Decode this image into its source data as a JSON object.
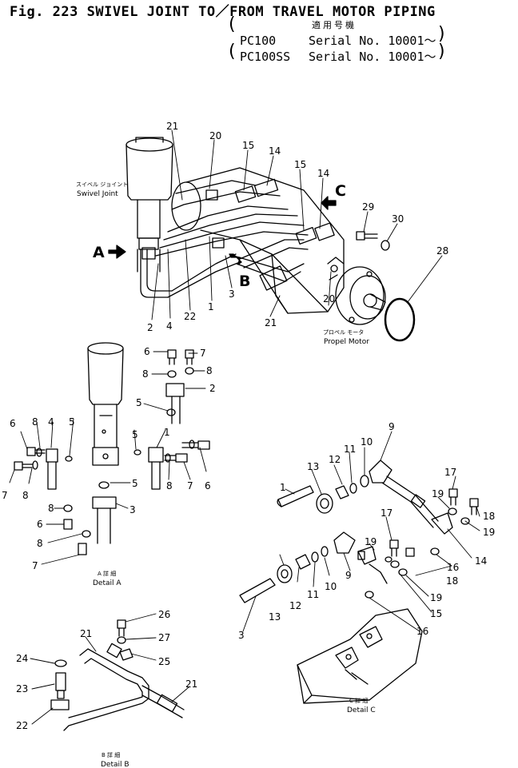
{
  "header": {
    "fig_title": "Fig. 223  SWIVEL JOINT TO／FROM TRAVEL MOTOR PIPING",
    "applicable_jp": "適用号機",
    "serials": [
      {
        "model": "PC100",
        "serial": "Serial No. 10001～"
      },
      {
        "model": "PC100SS",
        "serial": "Serial No. 10001～"
      }
    ]
  },
  "labels": {
    "swivel_jp": "スイベル ジョイント",
    "swivel_en": "Swivel Joint",
    "motor_jp": "プロペル モータ",
    "motor_en": "Propel Motor",
    "detail_a_jp": "A 詳 細",
    "detail_a_en": "Detail A",
    "detail_b_jp": "B 詳 細",
    "detail_b_en": "Detail B",
    "detail_c_jp": "C 詳 細",
    "detail_c_en": "Detail C",
    "arrow_a": "A",
    "arrow_b": "B",
    "arrow_c": "C"
  },
  "callouts": {
    "main": [
      "21",
      "20",
      "15",
      "14",
      "15",
      "14",
      "29",
      "30",
      "28",
      "2",
      "4",
      "22",
      "1",
      "3",
      "21",
      "20"
    ],
    "detail_a": [
      "6",
      "7",
      "8",
      "8",
      "2",
      "5",
      "6",
      "8",
      "4",
      "5",
      "7",
      "8",
      "5",
      "1",
      "8",
      "7",
      "6",
      "5",
      "3",
      "8",
      "6",
      "8",
      "7"
    ],
    "detail_b": [
      "26",
      "27",
      "25",
      "21",
      "24",
      "23",
      "21",
      "22"
    ],
    "detail_c": [
      "9",
      "13",
      "12",
      "11",
      "10",
      "1",
      "17",
      "19",
      "18",
      "19",
      "14",
      "17",
      "19",
      "18",
      "16",
      "13",
      "12",
      "11",
      "10",
      "9",
      "19",
      "15",
      "3",
      "16"
    ]
  }
}
